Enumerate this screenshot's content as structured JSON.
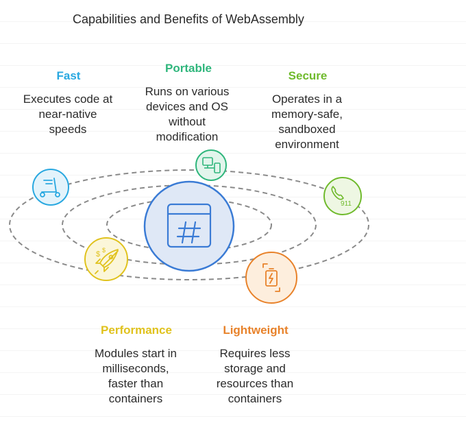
{
  "title": "Capabilities and Benefits of WebAssembly",
  "colors": {
    "fast": "#29a8e0",
    "portable": "#2fb67c",
    "secure": "#6fba2c",
    "performance": "#e0c21d",
    "lightweight": "#e8822a",
    "center": "#3a7bd5",
    "orbit": "#8a8a8a"
  },
  "features": {
    "fast": {
      "title": "Fast",
      "desc": [
        "Executes code at",
        "near-native",
        "speeds"
      ],
      "icon": "scooter-icon"
    },
    "portable": {
      "title": "Portable",
      "desc": [
        "Runs on various",
        "devices and OS",
        "without",
        "modification"
      ],
      "icon": "devices-icon"
    },
    "secure": {
      "title": "Secure",
      "desc": [
        "Operates in a",
        "memory-safe,",
        "sandboxed",
        "environment"
      ],
      "icon": "phone-911-icon",
      "icon_label": "911"
    },
    "performance": {
      "title": "Performance",
      "desc": [
        "Modules start in",
        "milliseconds,",
        "faster than",
        "containers"
      ],
      "icon": "rocket-icon"
    },
    "lightweight": {
      "title": "Lightweight",
      "desc": [
        "Requires less",
        "storage and",
        "resources than",
        "containers"
      ],
      "icon": "battery-cycle-icon"
    }
  },
  "center": {
    "icon": "hash-window-icon"
  }
}
